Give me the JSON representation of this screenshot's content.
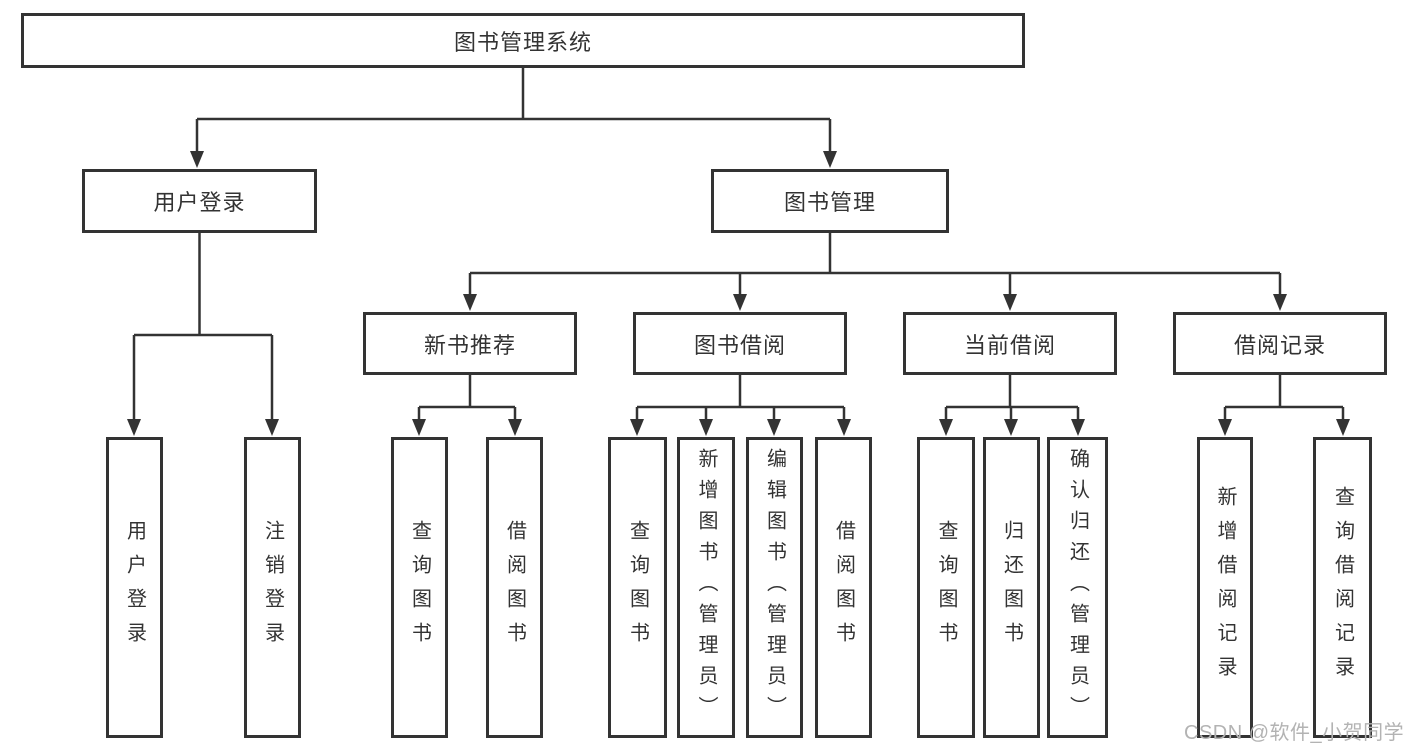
{
  "diagram": {
    "root": {
      "label": "图书管理系统",
      "children": [
        {
          "label": "用户登录",
          "children": [
            {
              "label": "用户登录"
            },
            {
              "label": "注销登录"
            }
          ]
        },
        {
          "label": "图书管理",
          "children": [
            {
              "label": "新书推荐",
              "children": [
                {
                  "label": "查询图书"
                },
                {
                  "label": "借阅图书"
                }
              ]
            },
            {
              "label": "图书借阅",
              "children": [
                {
                  "label": "查询图书"
                },
                {
                  "label": "新增图书（管理员）"
                },
                {
                  "label": "编辑图书（管理员）"
                },
                {
                  "label": "借阅图书"
                }
              ]
            },
            {
              "label": "当前借阅",
              "children": [
                {
                  "label": "查询图书"
                },
                {
                  "label": "归还图书"
                },
                {
                  "label": "确认归还（管理员）"
                }
              ]
            },
            {
              "label": "借阅记录",
              "children": [
                {
                  "label": "新增借阅记录"
                },
                {
                  "label": "查询借阅记录"
                }
              ]
            }
          ]
        }
      ]
    }
  },
  "watermark": {
    "text": "CSDN @软件_小贺同学"
  },
  "colors": {
    "line": "#333333",
    "box_border": "#333333",
    "text": "#333333",
    "watermark": "#b3b3b3",
    "background": "#ffffff"
  }
}
